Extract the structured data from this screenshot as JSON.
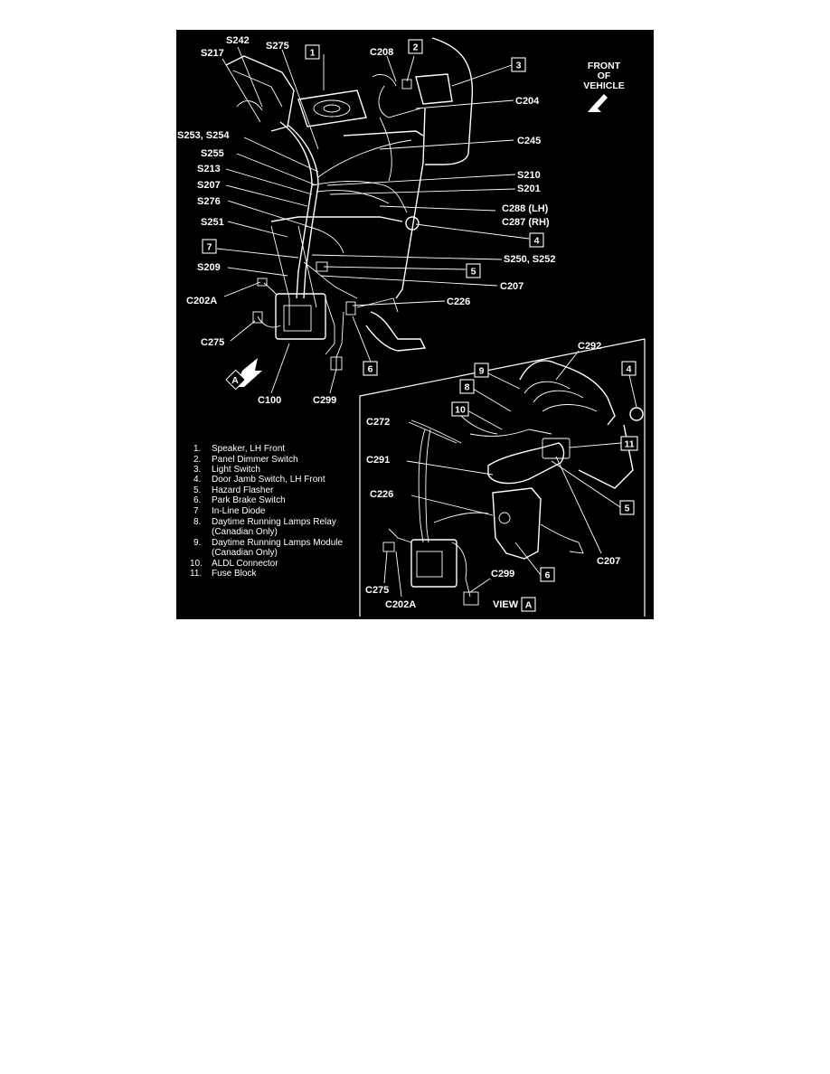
{
  "callouts": {
    "s242": "S242",
    "s275": "S275",
    "s217": "S217",
    "c208": "C208",
    "c204": "C204",
    "s253_s254": "S253, S254",
    "c245": "C245",
    "s255": "S255",
    "s213": "S213",
    "s210": "S210",
    "s207": "S207",
    "s201": "S201",
    "s276": "S276",
    "c288": "C288 (LH)",
    "c287": "C287 (RH)",
    "s251": "S251",
    "s250_s252": "S250, S252",
    "s209": "S209",
    "c207": "C207",
    "c202a": "C202A",
    "c226": "C226",
    "c275": "C275",
    "c100": "C100",
    "c299": "C299"
  },
  "direction": {
    "line1": "FRONT",
    "line2": "OF",
    "line3": "VEHICLE"
  },
  "view_marker": "A",
  "boxes": {
    "b1": "1",
    "b2": "2",
    "b3": "3",
    "b4": "4",
    "b5": "5",
    "b6": "6",
    "b7": "7"
  },
  "legend": [
    {
      "num": "1.",
      "text": "Speaker, LH Front"
    },
    {
      "num": "2.",
      "text": "Panel Dimmer Switch"
    },
    {
      "num": "3.",
      "text": "Light Switch"
    },
    {
      "num": "4.",
      "text": "Door Jamb Switch, LH Front"
    },
    {
      "num": "5.",
      "text": "Hazard Flasher"
    },
    {
      "num": "6.",
      "text": "Park Brake Switch"
    },
    {
      "num": "7",
      "text": "In-Line Diode"
    },
    {
      "num": "8.",
      "text": "Daytime Running Lamps Relay"
    },
    {
      "num": "",
      "text": "(Canadian Only)"
    },
    {
      "num": "9.",
      "text": "Daytime Running Lamps Module"
    },
    {
      "num": "",
      "text": "(Canadian Only)"
    },
    {
      "num": "10.",
      "text": "ALDL Connector"
    },
    {
      "num": "11.",
      "text": "Fuse Block"
    }
  ],
  "inset": {
    "c292": "C292",
    "c272": "C272",
    "c291": "C291",
    "c226": "C226",
    "c207": "C207",
    "c299": "C299",
    "c275": "C275",
    "c202a": "C202A",
    "view_label": "VIEW",
    "view_box": "A",
    "boxes": {
      "b9": "9",
      "b8": "8",
      "b10": "10",
      "b4": "4",
      "b11": "11",
      "b5": "5",
      "b6": "6"
    }
  }
}
